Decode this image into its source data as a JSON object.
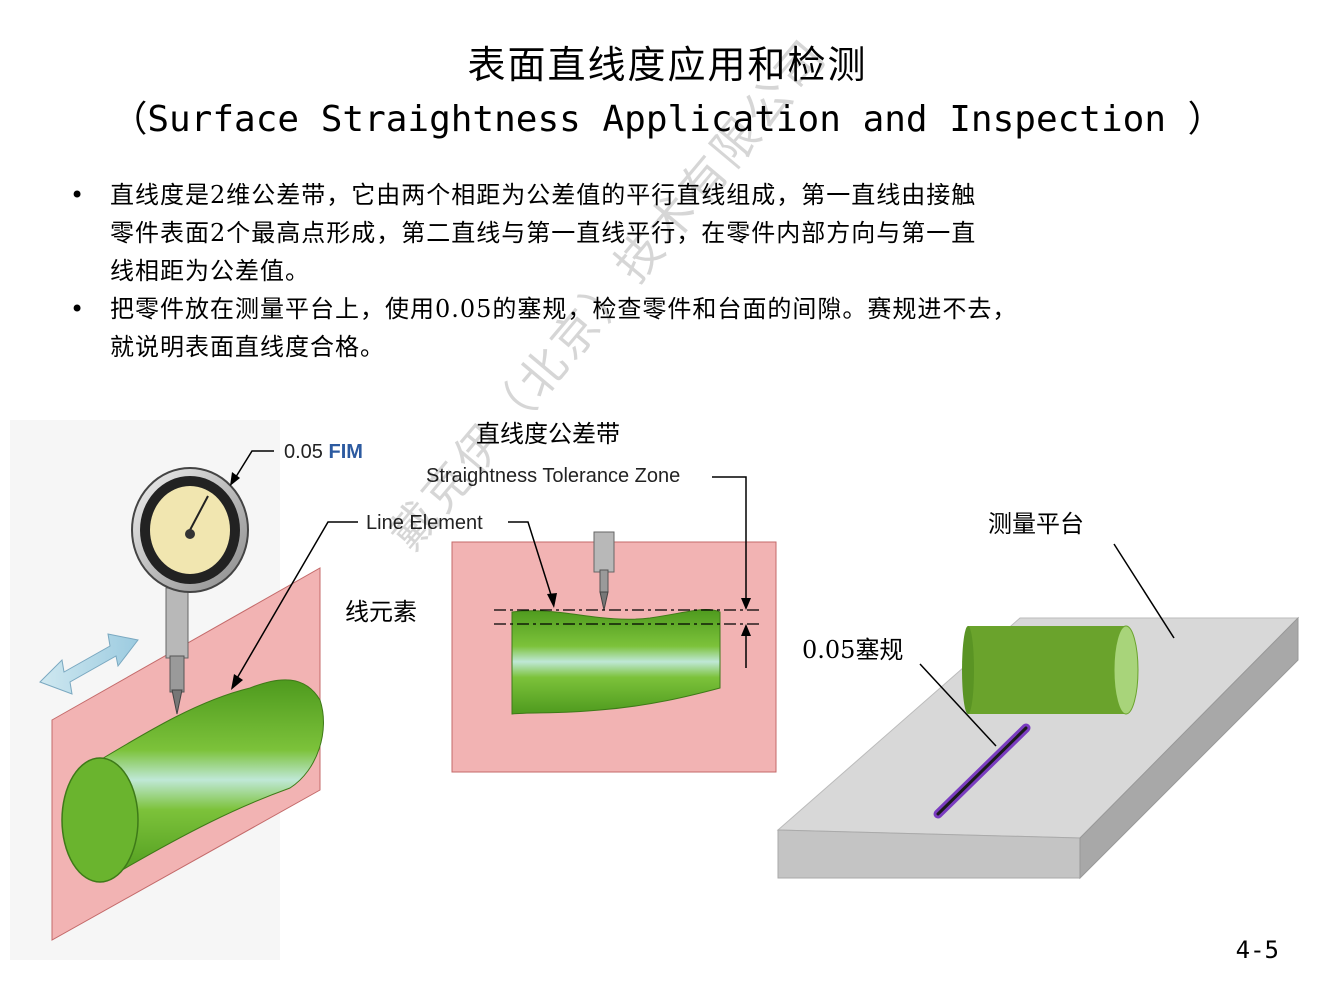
{
  "title": {
    "cn": "表面直线度应用和检测",
    "en": "（Surface Straightness Application and Inspection ）"
  },
  "bullets": [
    {
      "marker": "•",
      "lines": [
        "直线度是2维公差带，它由两个相距为公差值的平行直线组成，第一直线由接触",
        "零件表面2个最高点形成，第二直线与第一直线平行，在零件内部方向与第一直",
        "线相距为公差值。"
      ]
    },
    {
      "marker": "•",
      "lines": [
        "把零件放在测量平台上，使用0.05的塞规，检查零件和台面的间隙。赛规进不去，",
        "就说明表面直线度合格。"
      ]
    }
  ],
  "figure_left": {
    "fim_value": "0.05",
    "fim_unit": "FIM",
    "line_element_label": "Line Element",
    "line_element_cn": "线元素"
  },
  "figure_middle": {
    "title_cn": "直线度公差带",
    "title_en": "Straightness Tolerance Zone"
  },
  "figure_right": {
    "platform_label": "测量平台",
    "gauge_label": "0.05塞规"
  },
  "watermark": "戴克伊（北京）技术有限公司",
  "page_number": "4-5",
  "colors": {
    "plate_pink": "#f2b3b3",
    "cylinder_green": "#6ab42e",
    "cylinder_highlight": "#bfe8d6",
    "platform_gray": "#d8d8d8",
    "gauge_purple": "#7a3cc0",
    "fim_blue": "#2c5aa0"
  }
}
